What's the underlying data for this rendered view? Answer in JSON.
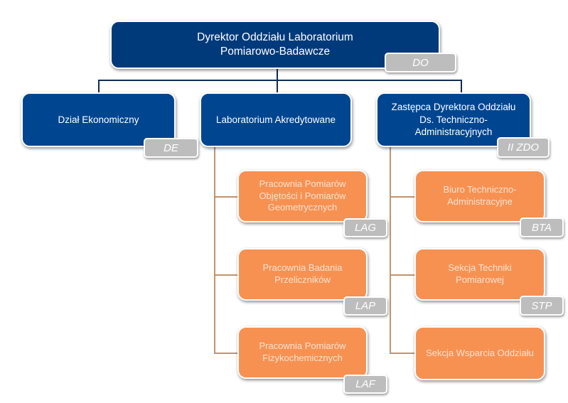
{
  "org_chart": {
    "root": {
      "label_line1": "Dyrektor Oddziału  Laboratorium",
      "label_line2": "Pomiarowo-Badawcze",
      "code": "DO"
    },
    "level1": [
      {
        "label_lines": [
          "Dział Ekonomiczny"
        ],
        "code": "DE"
      },
      {
        "label_lines": [
          "Laboratorium Akredytowane"
        ],
        "code": ""
      },
      {
        "label_lines": [
          "Zastępca Dyrektora Oddziału",
          "Ds. Techniczno-",
          "Administracyjnych"
        ],
        "code": "II ZDO"
      }
    ],
    "lab_units": [
      {
        "label_lines": [
          "Pracownia Pomiarów",
          "Objętości i Pomiarów",
          "Geometrycznych"
        ],
        "code": "LAG"
      },
      {
        "label_lines": [
          "Pracownia Badania",
          "Przeliczników"
        ],
        "code": "LAP"
      },
      {
        "label_lines": [
          "Pracownia Pomiarów",
          "Fizykochemicznych"
        ],
        "code": "LAF"
      }
    ],
    "admin_units": [
      {
        "label_lines": [
          "Biuro Techniczno-",
          "Administracyjne"
        ],
        "code": "BTA"
      },
      {
        "label_lines": [
          "Sekcja Techniki",
          "Pomiarowej"
        ],
        "code": "STP"
      },
      {
        "label_lines": [
          "Sekcja Wsparcia Oddziału"
        ],
        "code": ""
      }
    ],
    "colors": {
      "root": "#003a7a",
      "level1": "#004590",
      "unit": "#f79152",
      "badge": "#bdbdbd",
      "connector_navy": "#0f2d52",
      "connector_orange": "#c4936a"
    }
  }
}
